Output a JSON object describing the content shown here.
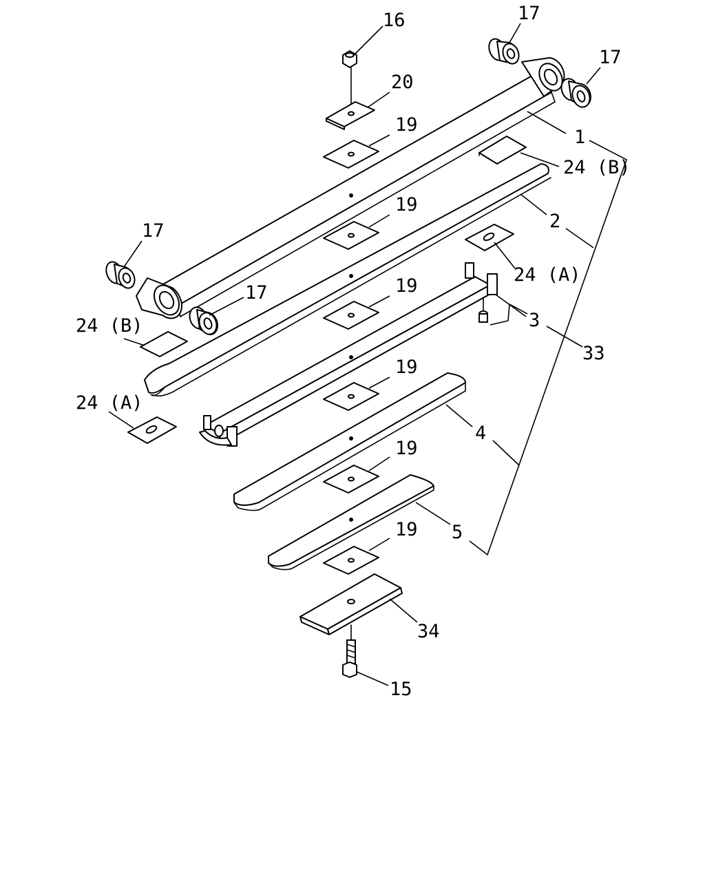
{
  "diagram": {
    "callouts": {
      "p1": "1",
      "p2": "2",
      "p3": "3",
      "p4": "4",
      "p5": "5",
      "p15": "15",
      "p16": "16",
      "p17": "17",
      "p19": "19",
      "p20": "20",
      "p24a": "24 (A)",
      "p24b": "24 (B)",
      "p33": "33",
      "p34": "34"
    }
  }
}
